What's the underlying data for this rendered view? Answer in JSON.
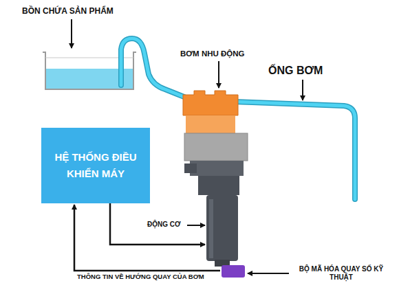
{
  "diagram": {
    "nodes": [
      {
        "text": [
          "HỆ THỐNG ĐIỀU KHIỂN MÁY"
        ]
      }
    ],
    "labels": [
      "BỒN CHỨA SẢN PHẨM",
      "BƠM NHU ĐỘNG",
      "ỐNG BƠM",
      "ĐỘNG CƠ",
      "BỘ MÃ HÓA QUAY SỐ KỸ THUẬT",
      "THÔNG TIN VỀ HƯỚNG QUAY CỦA BƠM"
    ]
  }
}
